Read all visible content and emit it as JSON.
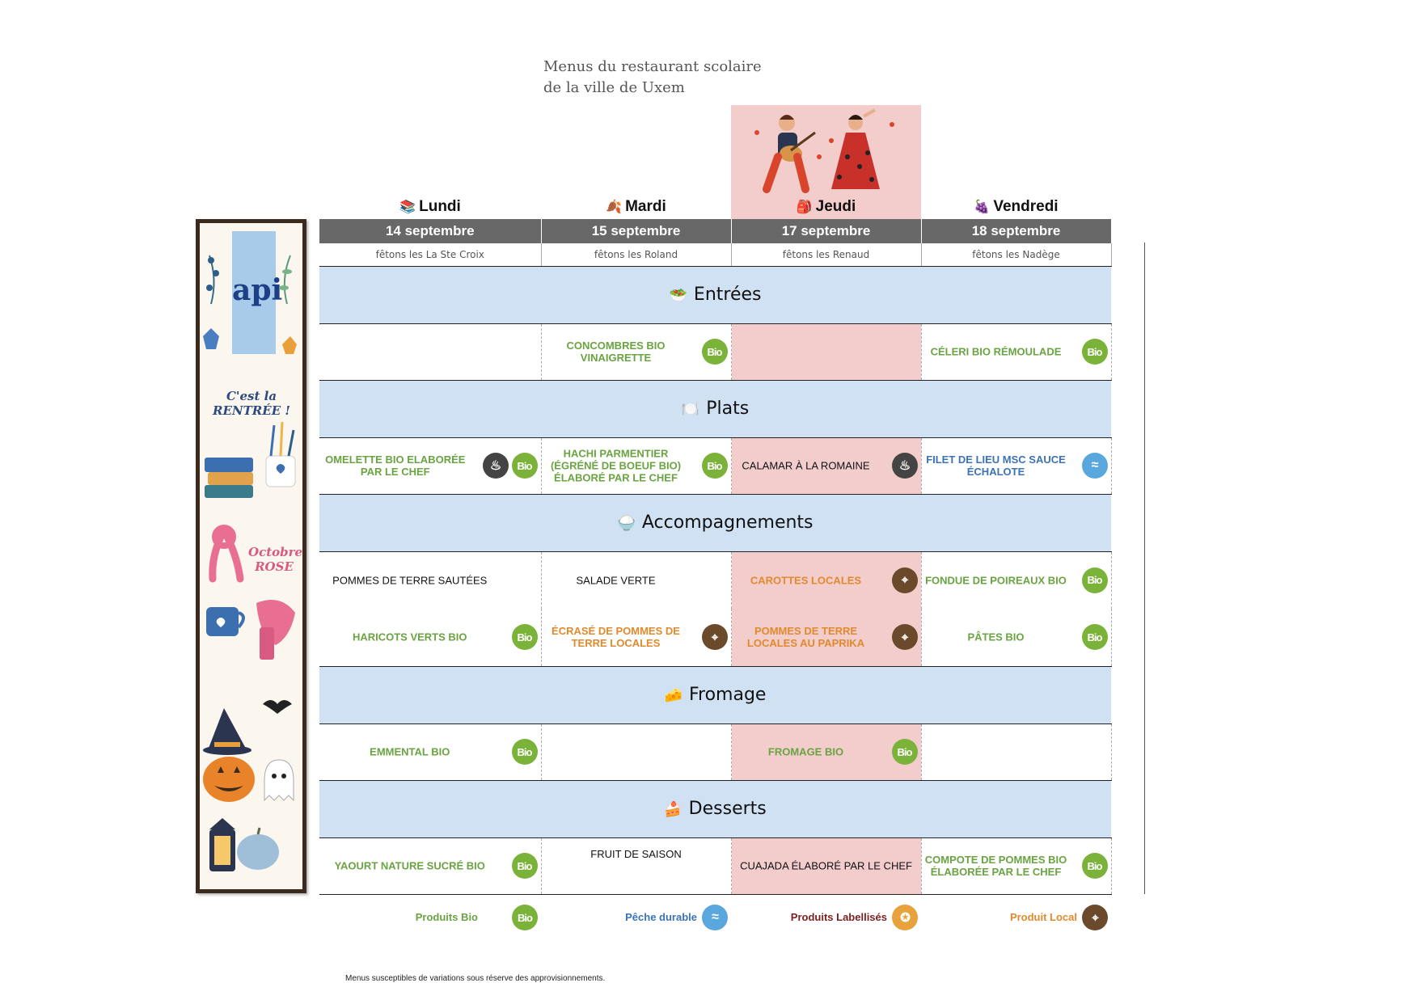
{
  "title": {
    "line1": "Menus du restaurant scolaire",
    "line2": "de la ville de Uxem"
  },
  "banner": {
    "logo": "api",
    "rentree": "C'est la RENTRÉE !",
    "octobre": "Octobre ROSE"
  },
  "days": [
    {
      "emoji": "📚",
      "name": "Lundi",
      "date": "14 septembre",
      "fete": "fêtons les La Ste Croix"
    },
    {
      "emoji": "🍂",
      "name": "Mardi",
      "date": "15 septembre",
      "fete": "fêtons les Roland"
    },
    {
      "emoji": "🎒",
      "name": "Jeudi",
      "date": "17 septembre",
      "fete": "fêtons les Renaud"
    },
    {
      "emoji": "🍇",
      "name": "Vendredi",
      "date": "18 septembre",
      "fete": "fêtons les Nadège"
    }
  ],
  "categories": {
    "entrees": {
      "emoji": "🥗",
      "label": "Entrées"
    },
    "plats": {
      "emoji": "🍽️",
      "label": "Plats"
    },
    "accompagnements": {
      "emoji": "🍚",
      "label": "Accompagnements"
    },
    "fromage": {
      "emoji": "🧀",
      "label": "Fromage"
    },
    "desserts": {
      "emoji": "🍰",
      "label": "Desserts"
    }
  },
  "menu": {
    "entrees": [
      "",
      "CONCOMBRES BIO VINAIGRETTE",
      "",
      "CÉLERI BIO RÉMOULADE"
    ],
    "plats": [
      "OMELETTE BIO ELABORÉE PAR LE CHEF",
      "HACHI PARMENTIER (ÉGRÉNÉ DE BOEUF BIO) ÉLABORÉ PAR LE CHEF",
      "CALAMAR À LA ROMAINE",
      "FILET DE LIEU MSC SAUCE ÉCHALOTE"
    ],
    "accomp1": [
      "POMMES DE TERRE SAUTÉES",
      "SALADE VERTE",
      "CAROTTES LOCALES",
      "FONDUE DE POIREAUX BIO"
    ],
    "accomp2": [
      "HARICOTS VERTS BIO",
      "ÉCRASÉ DE POMMES DE TERRE LOCALES",
      "POMMES DE TERRE LOCALES AU PAPRIKA",
      "PÂTES BIO"
    ],
    "fromage": [
      "EMMENTAL BIO",
      "",
      "FROMAGE BIO",
      ""
    ],
    "desserts": [
      "YAOURT NATURE SUCRÉ BIO",
      "FRUIT DE SAISON",
      "CUAJADA ÉLABORÉ PAR LE CHEF",
      "COMPOTE DE POMMES BIO ÉLABORÉE PAR LE CHEF"
    ]
  },
  "badge_text": {
    "bio": "Bio"
  },
  "legend": {
    "bio": "Produits Bio",
    "peche": "Pêche durable",
    "label": "Produits Labellisés",
    "local": "Produit Local"
  },
  "colors": {
    "bio_green": "#6aa341",
    "local_orange": "#e08a2d",
    "peche_blue": "#3c73b4",
    "label_red": "#7b1f1f",
    "header_gray": "#686868",
    "category_blue": "#cfe1f2",
    "highlight_pink": "#f3cccc"
  },
  "footnote": "Menus susceptibles de variations sous réserve des approvisionnements."
}
